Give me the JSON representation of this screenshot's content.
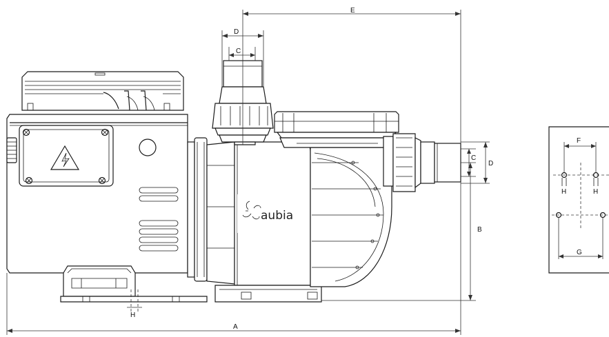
{
  "labels": {
    "A": "A",
    "B": "B",
    "C_top": "C",
    "D_top": "D",
    "E": "E",
    "C_right": "C",
    "D_right": "D",
    "H_base": "H",
    "F": "F",
    "G": "G",
    "H_left": "H",
    "H_right": "H"
  },
  "brand": {
    "name": "aubia"
  },
  "colors": {
    "line": "#1a1a1a",
    "background": "#ffffff"
  },
  "icons": {
    "hazard": "high-voltage-warning-icon",
    "logo": "aubia-logo-icon"
  }
}
